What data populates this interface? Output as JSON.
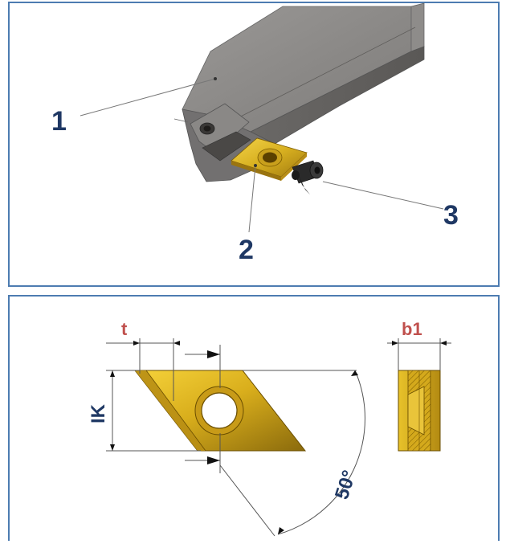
{
  "exploded_view": {
    "callouts": [
      {
        "id": "holder",
        "label": "1"
      },
      {
        "id": "shim",
        "label": "2"
      },
      {
        "id": "screw",
        "label": "3"
      }
    ]
  },
  "insert_drawing": {
    "dims": {
      "t": "t",
      "b1": "b1",
      "ik": "IK",
      "angle": "50°"
    }
  },
  "colors": {
    "panel_border": "#4d7cb1",
    "callout_text": "#1f3864",
    "dim_text_red": "#c0504d",
    "insert_gold": "#d8b020"
  }
}
